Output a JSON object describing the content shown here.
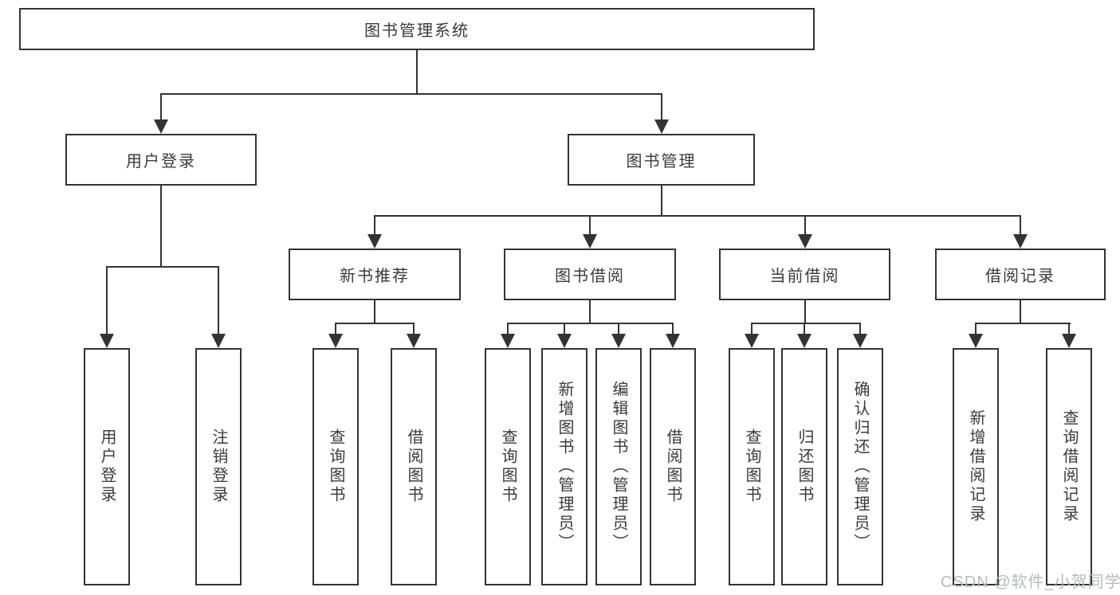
{
  "tree": {
    "root": "图书管理系统",
    "user_branch": {
      "label": "用户登录",
      "children": [
        "用户登录",
        "注销登录"
      ]
    },
    "book_branch": {
      "label": "图书管理",
      "modules": [
        {
          "label": "新书推荐",
          "children": [
            "查询图书",
            "借阅图书"
          ]
        },
        {
          "label": "图书借阅",
          "children": [
            "查询图书",
            "新增图书（管理员）",
            "编辑图书（管理员）",
            "借阅图书"
          ]
        },
        {
          "label": "当前借阅",
          "children": [
            "查询图书",
            "归还图书",
            "确认归还（管理员）"
          ]
        },
        {
          "label": "借阅记录",
          "children": [
            "新增借阅记录",
            "查询借阅记录"
          ]
        }
      ]
    }
  },
  "watermark": {
    "text": "CSDN @软件_小贺同学"
  },
  "colors": {
    "line": "#333333",
    "text": "#3a3a3a",
    "background": "#ffffff",
    "watermark": "#b6bac0"
  }
}
